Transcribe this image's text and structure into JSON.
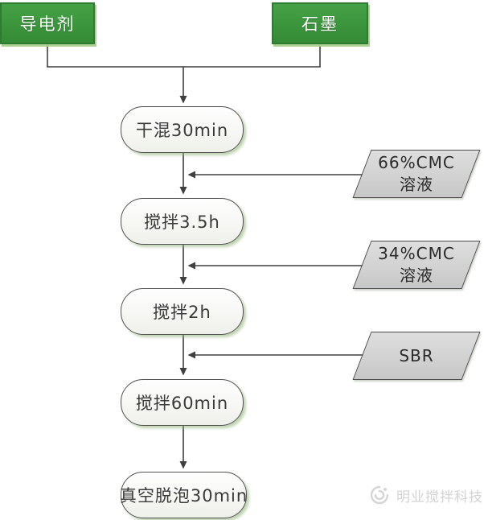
{
  "diagram": {
    "title_hint": "anode slurry mixing process flowchart",
    "inputs": [
      {
        "id": "conductive-agent",
        "label": "导电剂"
      },
      {
        "id": "graphite",
        "label": "石墨"
      }
    ],
    "steps": [
      {
        "id": "dry-mix",
        "label": "干混30min"
      },
      {
        "id": "stir-3-5h",
        "label": "搅拌3.5h"
      },
      {
        "id": "stir-2h",
        "label": "搅拌2h"
      },
      {
        "id": "stir-60min",
        "label": "搅拌60min"
      },
      {
        "id": "vacuum-defoam",
        "label": "真空脱泡30min"
      }
    ],
    "additions": [
      {
        "id": "cmc-66",
        "lines": [
          "66%CMC",
          "溶液"
        ]
      },
      {
        "id": "cmc-34",
        "lines": [
          "34%CMC",
          "溶液"
        ]
      },
      {
        "id": "sbr",
        "lines": [
          "SBR"
        ]
      }
    ],
    "watermark": {
      "text": "明业搅拌科技",
      "logo": "swirl-logo"
    },
    "colors": {
      "input_fill": "#3e9a3e",
      "input_border": "#2e7b31",
      "input_shadow": "#a8d18d",
      "step_fill": "#f7f7f4",
      "step_border": "#515151",
      "step_shadow": "#aec79b",
      "addition_fill": "#d2d2d2",
      "addition_border": "#4a4a4a",
      "line": "#3f3f3f",
      "watermark": "#d3d3d3",
      "background": "#ffffff"
    }
  }
}
